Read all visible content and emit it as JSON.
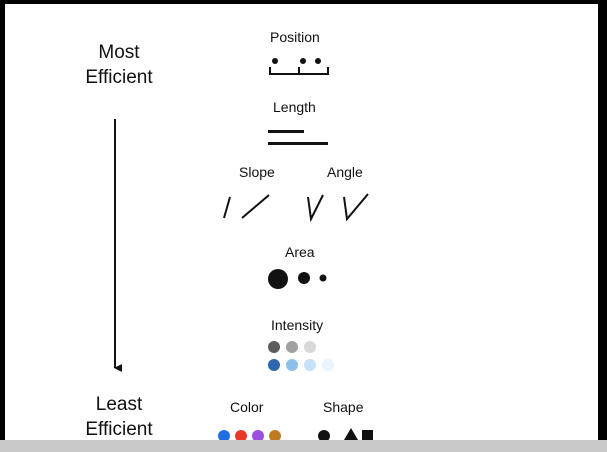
{
  "side_labels": {
    "top": [
      "Most",
      "Efficient"
    ],
    "bottom": [
      "Least",
      "Efficient"
    ]
  },
  "channels": {
    "position": "Position",
    "length": "Length",
    "slope": "Slope",
    "angle": "Angle",
    "area": "Area",
    "intensity": "Intensity",
    "color": "Color",
    "shape": "Shape"
  },
  "colors": {
    "ink": "#111111",
    "intensity_gray": [
      "#5c5c5c",
      "#a0a0a0",
      "#d8d8d8"
    ],
    "intensity_blue": [
      "#2e67b0",
      "#8ec0ec",
      "#c6e0f7",
      "#eaf4fd"
    ],
    "hue": [
      "#1f6fe6",
      "#e8382a",
      "#9a4fe0",
      "#c07a20"
    ]
  },
  "shape_icons": [
    "circle-icon",
    "triangle-icon",
    "square-icon"
  ]
}
